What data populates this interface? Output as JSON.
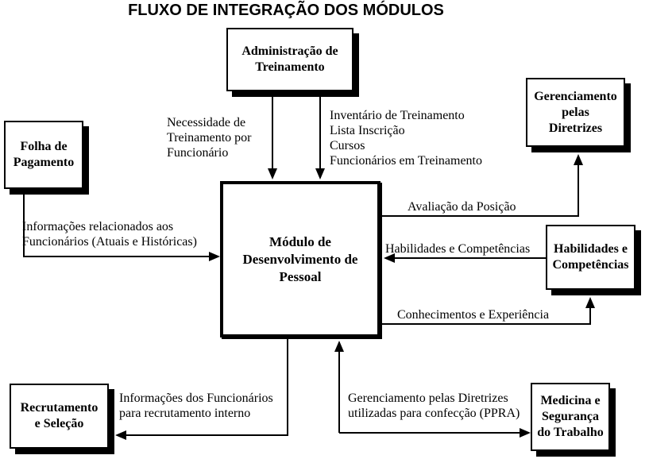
{
  "title": "FLUXO DE INTEGRAÇÃO DOS MÓDULOS",
  "colors": {
    "background": "#ffffff",
    "line": "#000000",
    "box_fill": "#ffffff",
    "text": "#000000"
  },
  "nodes": {
    "administracao_treinamento": "Administração de\nTreinamento",
    "gerenciamento_diretrizes": "Gerenciamento\npelas\nDiretrizes",
    "folha_pagamento": "Folha de\nPagamento",
    "modulo_desenvolvimento": "Módulo de\nDesenvolvimento de\nPessoal",
    "habilidades_competencias": "Habilidades e\nCompetências",
    "recrutamento_selecao": "Recrutamento\ne Seleção",
    "medicina_seguranca": "Medicina e\nSegurança\ndo Trabalho"
  },
  "edge_labels": {
    "necessidade_treinamento": "Necessidade de\nTreinamento por\nFuncionário",
    "inventario_treinamento": "Inventário de Treinamento\nLista Inscrição\nCursos\nFuncionários em Treinamento",
    "avaliacao_posicao": "Avaliação da Posição",
    "habilidades_competencias": "Habilidades e Competências",
    "conhecimentos_experiencia": "Conhecimentos e Experiência",
    "informacoes_funcionarios": "Informações relacionados aos\nFuncionários (Atuais e Históricas)",
    "recrutamento_interno": "Informações dos Funcionários\npara recrutamento interno",
    "gerenciamento_ppra": "Gerenciamento pelas Diretrizes\nutilizadas para confecção (PPRA)"
  },
  "connections": [
    {
      "from": "administracao_treinamento",
      "to": "modulo_desenvolvimento",
      "label_key": "necessidade_treinamento",
      "direction": "down"
    },
    {
      "from": "administracao_treinamento",
      "to": "modulo_desenvolvimento",
      "label_key": "inventario_treinamento",
      "direction": "down"
    },
    {
      "from": "modulo_desenvolvimento",
      "to": "gerenciamento_diretrizes",
      "label_key": "avaliacao_posicao",
      "direction": "up"
    },
    {
      "from": "habilidades_competencias",
      "to": "modulo_desenvolvimento",
      "label_key": "habilidades_competencias",
      "direction": "left"
    },
    {
      "from": "modulo_desenvolvimento",
      "to": "habilidades_competencias",
      "label_key": "conhecimentos_experiencia",
      "direction": "up"
    },
    {
      "from": "folha_pagamento",
      "to": "modulo_desenvolvimento",
      "label_key": "informacoes_funcionarios",
      "direction": "right"
    },
    {
      "from": "modulo_desenvolvimento",
      "to": "recrutamento_selecao",
      "label_key": "recrutamento_interno",
      "direction": "left"
    },
    {
      "from": "modulo_desenvolvimento",
      "to": "medicina_seguranca",
      "label_key": "gerenciamento_ppra",
      "direction": "both"
    }
  ]
}
